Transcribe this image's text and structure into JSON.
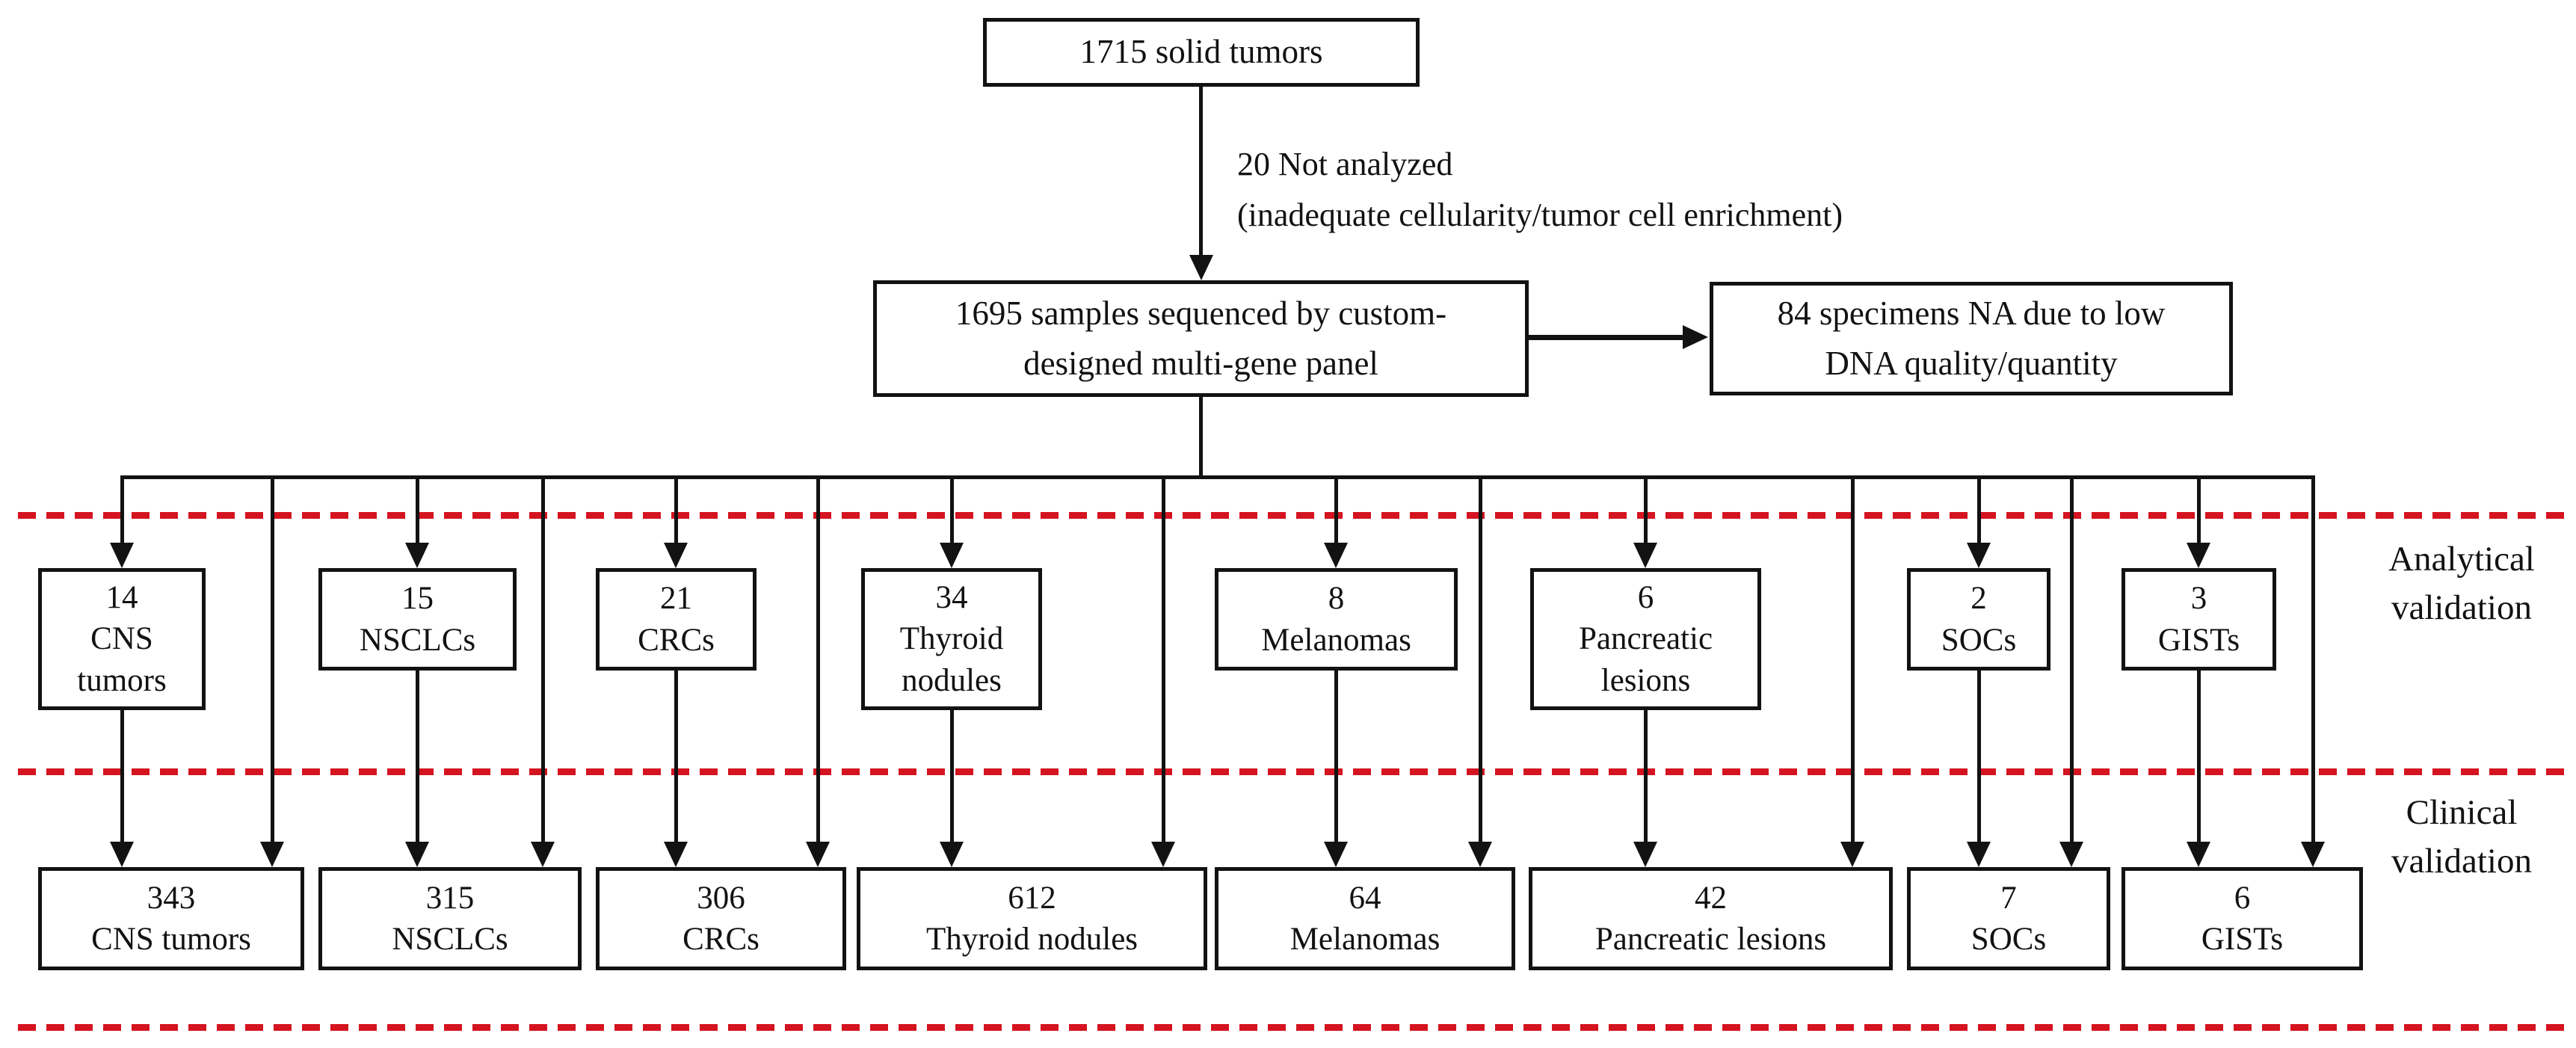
{
  "flow": {
    "top_box": {
      "lines": [
        "1715 solid tumors"
      ]
    },
    "excluded_note": {
      "lines": [
        "20 Not analyzed",
        "(inadequate cellularity/tumor cell enrichment)"
      ]
    },
    "sequenced_box": {
      "lines": [
        "1695 samples sequenced by custom-",
        "designed multi-gene panel"
      ]
    },
    "na_box": {
      "lines": [
        "84 specimens NA due to low",
        "DNA quality/quantity"
      ]
    },
    "analytical_boxes": [
      {
        "lines": [
          "14",
          "CNS",
          "tumors"
        ]
      },
      {
        "lines": [
          "15",
          "NSCLCs"
        ]
      },
      {
        "lines": [
          "21",
          "CRCs"
        ]
      },
      {
        "lines": [
          "34",
          "Thyroid",
          "nodules"
        ]
      },
      {
        "lines": [
          "8",
          "Melanomas"
        ]
      },
      {
        "lines": [
          "6",
          "Pancreatic",
          "lesions"
        ]
      },
      {
        "lines": [
          "2",
          "SOCs"
        ]
      },
      {
        "lines": [
          "3",
          "GISTs"
        ]
      }
    ],
    "clinical_boxes": [
      {
        "lines": [
          "343",
          "CNS tumors"
        ]
      },
      {
        "lines": [
          "315",
          "NSCLCs"
        ]
      },
      {
        "lines": [
          "306",
          "CRCs"
        ]
      },
      {
        "lines": [
          "612",
          "Thyroid nodules"
        ]
      },
      {
        "lines": [
          "64",
          "Melanomas"
        ]
      },
      {
        "lines": [
          "42",
          "Pancreatic lesions"
        ]
      },
      {
        "lines": [
          "7",
          "SOCs"
        ]
      },
      {
        "lines": [
          "6",
          "GISTs"
        ]
      }
    ],
    "section_labels": {
      "analytical": {
        "lines": [
          "Analytical",
          "validation"
        ]
      },
      "clinical": {
        "lines": [
          "Clinical",
          "validation"
        ]
      }
    },
    "colors": {
      "ink": "#121212",
      "dashed_red": "#d41420",
      "background": "#ffffff"
    }
  }
}
